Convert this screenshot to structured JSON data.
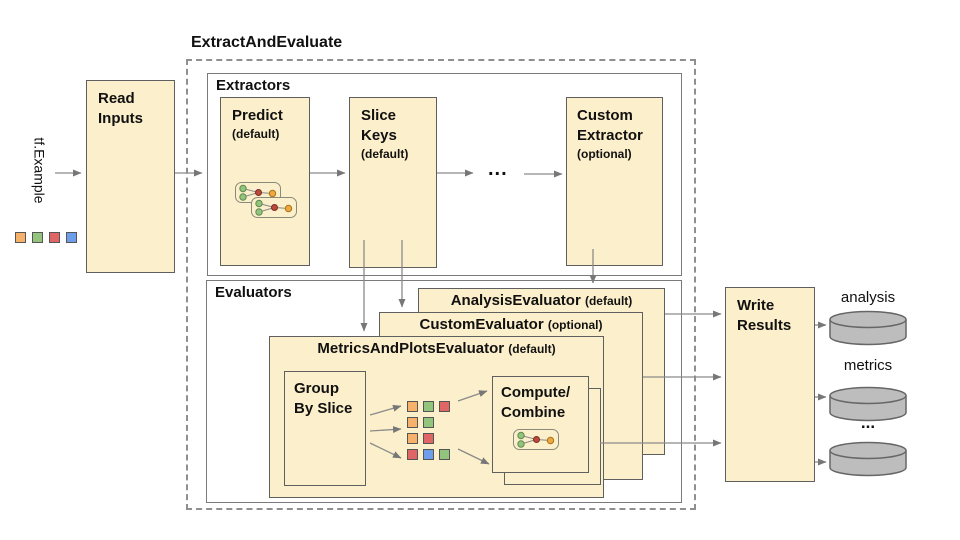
{
  "diagram_title": "ExtractAndEvaluate",
  "left_input": {
    "rotated_label": "tf.Example",
    "squares": [
      "orange",
      "green",
      "red",
      "blue"
    ]
  },
  "read_inputs": {
    "line1": "Read",
    "line2": "Inputs"
  },
  "extractors": {
    "section_label": "Extractors",
    "predict": {
      "name": "Predict",
      "qualifier": "(default)"
    },
    "slice_keys": {
      "line1": "Slice",
      "line2": "Keys",
      "qualifier": "(default)"
    },
    "ellipsis": "...",
    "custom_extractor": {
      "line1": "Custom",
      "line2": "Extractor",
      "qualifier": "(optional)"
    }
  },
  "evaluators": {
    "section_label": "Evaluators",
    "analysis": {
      "name": "AnalysisEvaluator",
      "qualifier": "(default)"
    },
    "custom": {
      "name": "CustomEvaluator",
      "qualifier": "(optional)"
    },
    "metrics_and_plots": {
      "name": "MetricsAndPlotsEvaluator",
      "qualifier": "(default)"
    },
    "group_by_slice": {
      "line1": "Group",
      "line2": "By Slice"
    },
    "compute_combine": {
      "line1": "Compute/",
      "line2": "Combine"
    },
    "slice_grid_rows": [
      [
        "orange",
        "green",
        "red"
      ],
      [
        "orange",
        "green"
      ],
      [
        "orange",
        "red"
      ],
      [
        "red",
        "blue",
        "green"
      ]
    ]
  },
  "write_results": {
    "line1": "Write",
    "line2": "Results"
  },
  "outputs": [
    {
      "label": "analysis"
    },
    {
      "label": "metrics"
    },
    {
      "label": "..."
    }
  ],
  "colors": {
    "box_fill": "#FCEFCB",
    "box_border": "#5f5f5f",
    "arrow": "#8a8a8a",
    "orange": "#F6B26B",
    "green": "#93C47D",
    "red": "#E06666",
    "blue": "#6D9EEB",
    "cylinder_fill": "#BDBDBD",
    "cylinder_border": "#666666"
  }
}
